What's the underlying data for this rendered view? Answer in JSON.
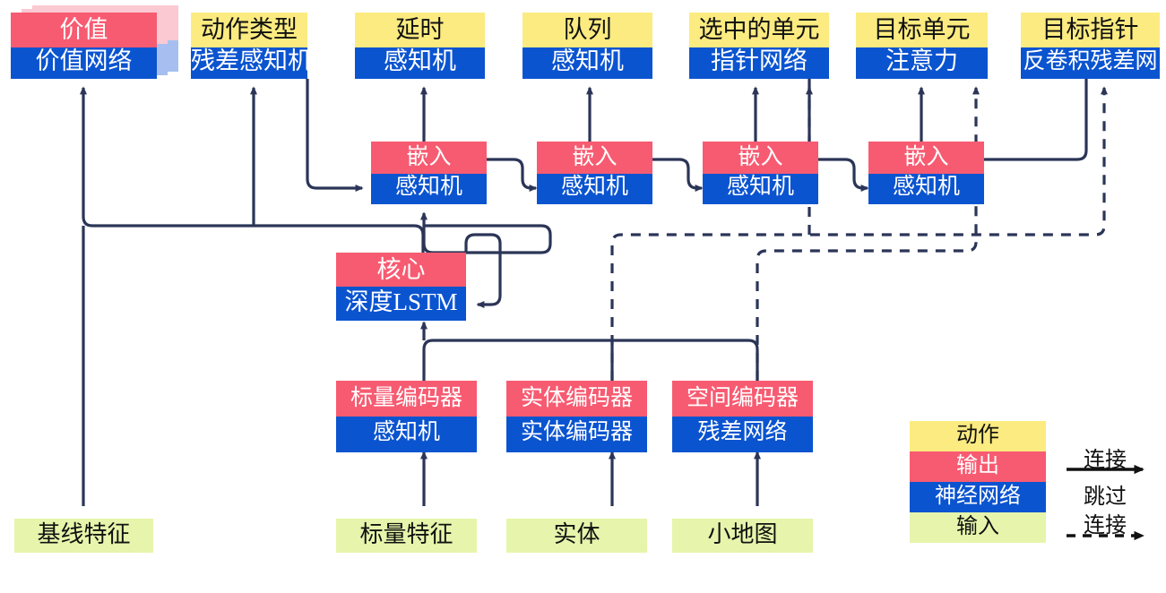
{
  "diagram": {
    "title": "",
    "colors": {
      "action": "#fbeb80",
      "output": "#f75b71",
      "neural_network": "#0b54d0",
      "input": "#e6f5ab",
      "wire": "#2b3557",
      "ghost_output": "#fbc9d1",
      "ghost_nn": "#a7bff0"
    },
    "nodes": {
      "value": {
        "top": "价值",
        "bottom": "价值网络"
      },
      "action_type": {
        "top": "动作类型",
        "bottom": "残差感知机"
      },
      "delay": {
        "top": "延时",
        "bottom": "感知机"
      },
      "queue": {
        "top": "队列",
        "bottom": "感知机"
      },
      "selected_unit": {
        "top": "选中的单元",
        "bottom": "指针网络"
      },
      "target_unit": {
        "top": "目标单元",
        "bottom": "注意力"
      },
      "target_point": {
        "top": "目标指针",
        "bottom": "反卷积残差网"
      },
      "embed1": {
        "top": "嵌入",
        "bottom": "感知机"
      },
      "embed2": {
        "top": "嵌入",
        "bottom": "感知机"
      },
      "embed3": {
        "top": "嵌入",
        "bottom": "感知机"
      },
      "embed4": {
        "top": "嵌入",
        "bottom": "感知机"
      },
      "core": {
        "top": "核心",
        "bottom": "深度LSTM"
      },
      "scalar_enc": {
        "top": "标量编码器",
        "bottom": "感知机"
      },
      "entity_enc": {
        "top": "实体编码器",
        "bottom": "实体编码器"
      },
      "spatial_enc": {
        "top": "空间编码器",
        "bottom": "残差网络"
      }
    },
    "inputs": {
      "baseline_features": "基线特征",
      "scalar_features": "标量特征",
      "entities": "实体",
      "minimap": "小地图"
    },
    "legend": {
      "swatches": [
        {
          "key": "action",
          "label": "动作"
        },
        {
          "key": "output",
          "label": "输出"
        },
        {
          "key": "neural_network",
          "label": "神经网络"
        },
        {
          "key": "input",
          "label": "输入"
        }
      ],
      "connection_label": "连接",
      "skip_connection_label_line1": "跳过",
      "skip_connection_label_line2": "连接"
    }
  }
}
